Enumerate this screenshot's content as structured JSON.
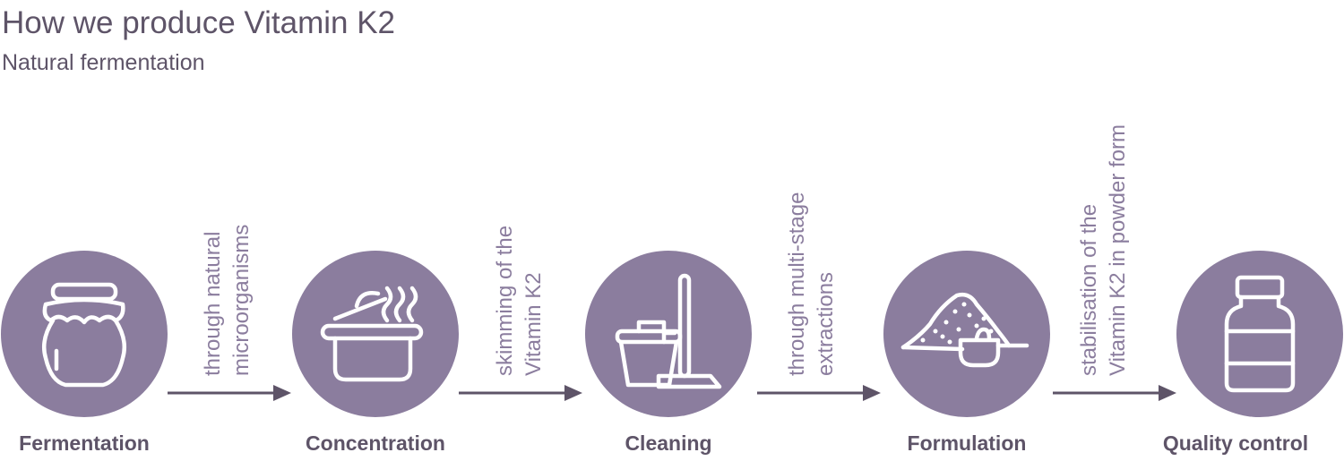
{
  "title": "How we produce Vitamin K2",
  "subtitle": "Natural fermentation",
  "colors": {
    "circle": "#8b7d9e",
    "text": "#5e5468",
    "arrow": "#5e5468",
    "icon_stroke": "#ffffff"
  },
  "steps": [
    {
      "label": "Fermentation",
      "icon": "jar-icon"
    },
    {
      "label": "Concentration",
      "icon": "steaming-pot-icon"
    },
    {
      "label": "Cleaning",
      "icon": "bucket-mop-icon"
    },
    {
      "label": "Formulation",
      "icon": "powder-scoop-icon"
    },
    {
      "label": "Quality control",
      "icon": "supplement-bottle-icon"
    }
  ],
  "transitions": [
    {
      "line1": "through natural",
      "line2": "microorganisms"
    },
    {
      "line1": "skimming of the",
      "line2": "Vitamin K2"
    },
    {
      "line1": "through multi-stage",
      "line2": "extractions"
    },
    {
      "line1": "stabilisation of the",
      "line2": "Vitamin K2 in powder form"
    }
  ]
}
